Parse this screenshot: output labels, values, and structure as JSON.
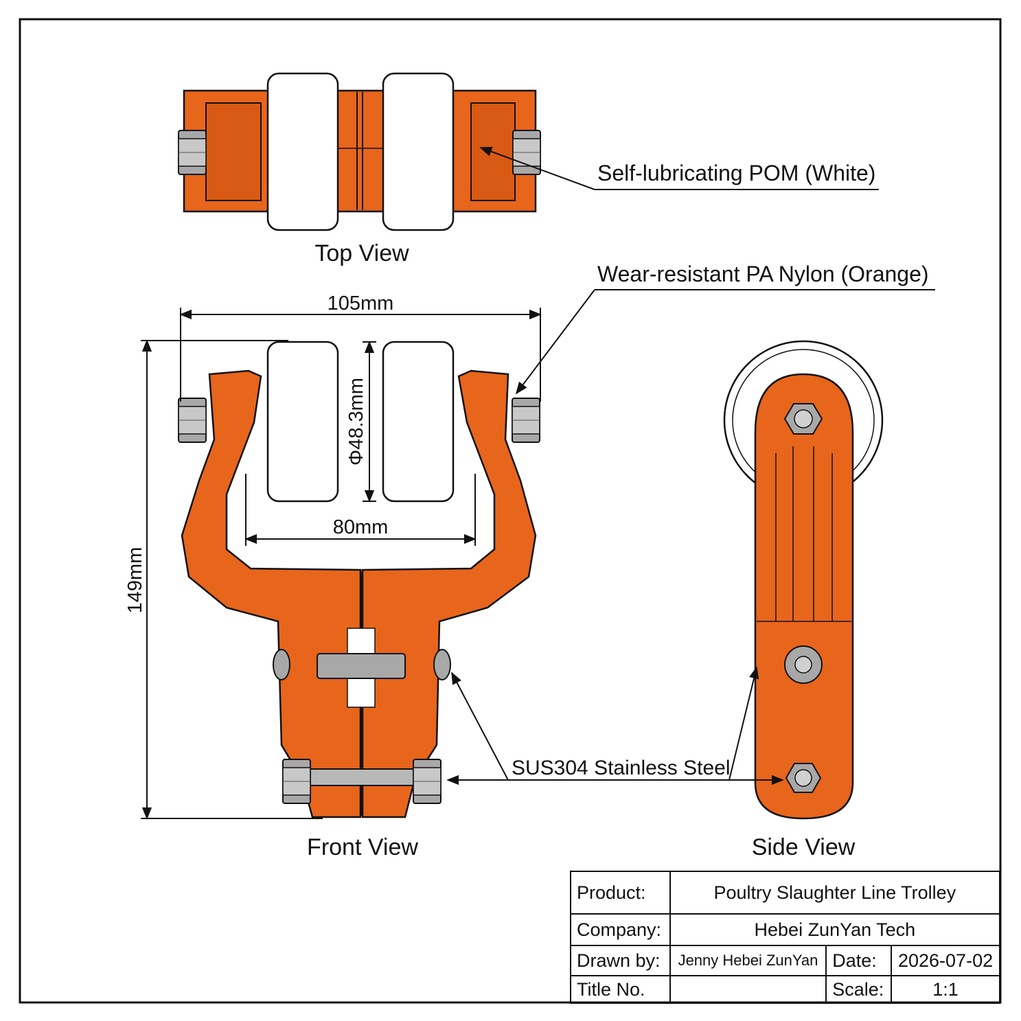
{
  "views": {
    "top": "Top View",
    "front": "Front View",
    "side": "Side View"
  },
  "callouts": {
    "pom": "Self-lubricating POM (White)",
    "nylon": "Wear-resistant PA Nylon (Orange)",
    "steel": "SUS304 Stainless Steel"
  },
  "dimensions": {
    "width": "105mm",
    "diameter": "Φ48.3mm",
    "inner": "80mm",
    "height": "149mm"
  },
  "title_block": {
    "product_label": "Product:",
    "product_value": "Poultry Slaughter Line Trolley",
    "company_label": "Company:",
    "company_value": "Hebei ZunYan Tech",
    "drawn_label": "Drawn by:",
    "drawn_value": "Jenny Hebei ZunYan",
    "date_label": "Date:",
    "date_value": "2026-07-02",
    "title_label": "Title No.",
    "title_value": "",
    "scale_label": "Scale:",
    "scale_value": "1:1"
  },
  "colors": {
    "nylon_orange": "#e8651c",
    "pom_white": "#ffffff",
    "steel_grey": "#a8a8a8",
    "line": "#111111"
  }
}
